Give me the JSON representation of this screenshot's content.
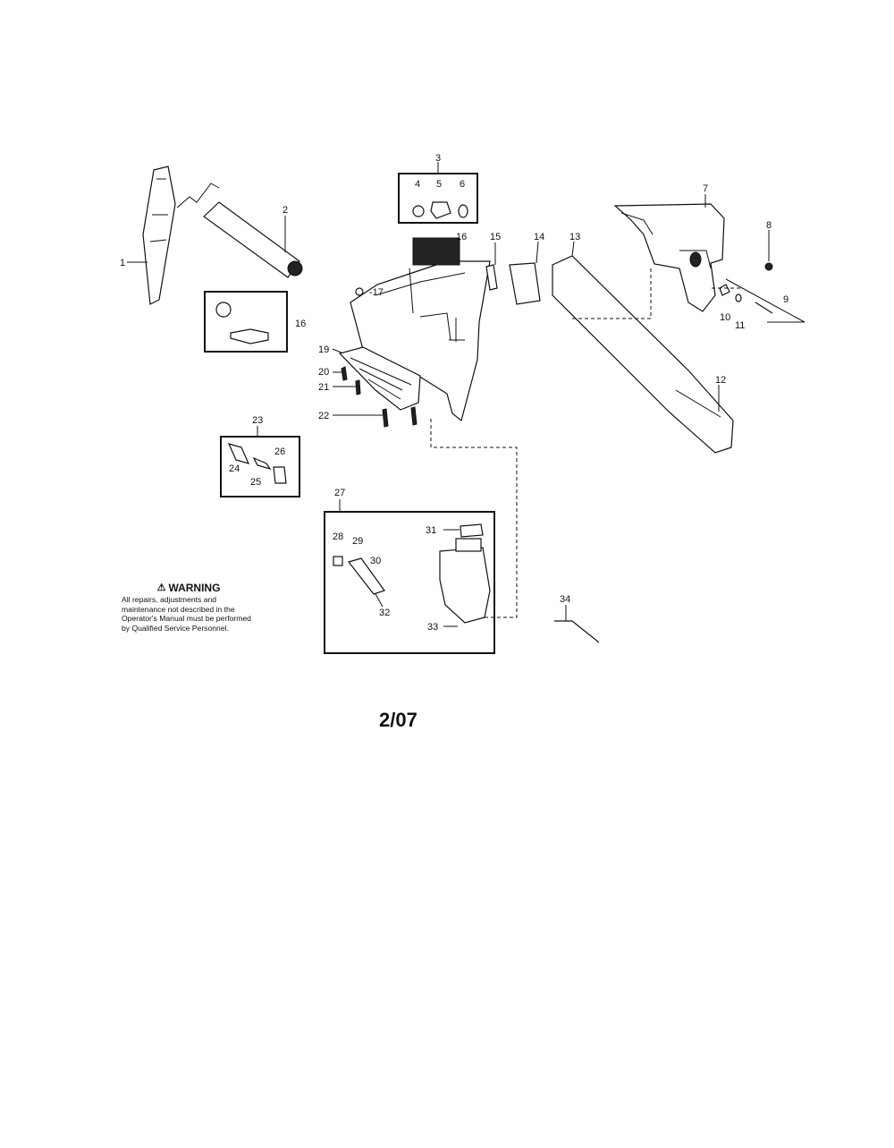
{
  "callouts": {
    "c1": "1",
    "c2": "2",
    "c3": "3",
    "c4": "4",
    "c5": "5",
    "c6": "6",
    "c7": "7",
    "c8": "8",
    "c9": "9",
    "c10": "10",
    "c11": "11",
    "c12": "12",
    "c13": "13",
    "c14": "14",
    "c15": "15",
    "c16a": "16",
    "c16b": "16",
    "c17": "-17",
    "c19": "19",
    "c20": "20",
    "c21": "21",
    "c22": "22",
    "c23": "23",
    "c24": "24",
    "c25": "25",
    "c26": "26",
    "c27": "27",
    "c28": "28",
    "c29": "29",
    "c30": "30",
    "c31": "31",
    "c32": "32",
    "c33": "33",
    "c34": "34"
  },
  "warning": {
    "icon": "warning-triangle-icon",
    "title": "WARNING",
    "text": "All repairs, adjustments and maintenance not described in the Operator's Manual must be performed by Qualified Service Personnel."
  },
  "date_code": "2/07"
}
